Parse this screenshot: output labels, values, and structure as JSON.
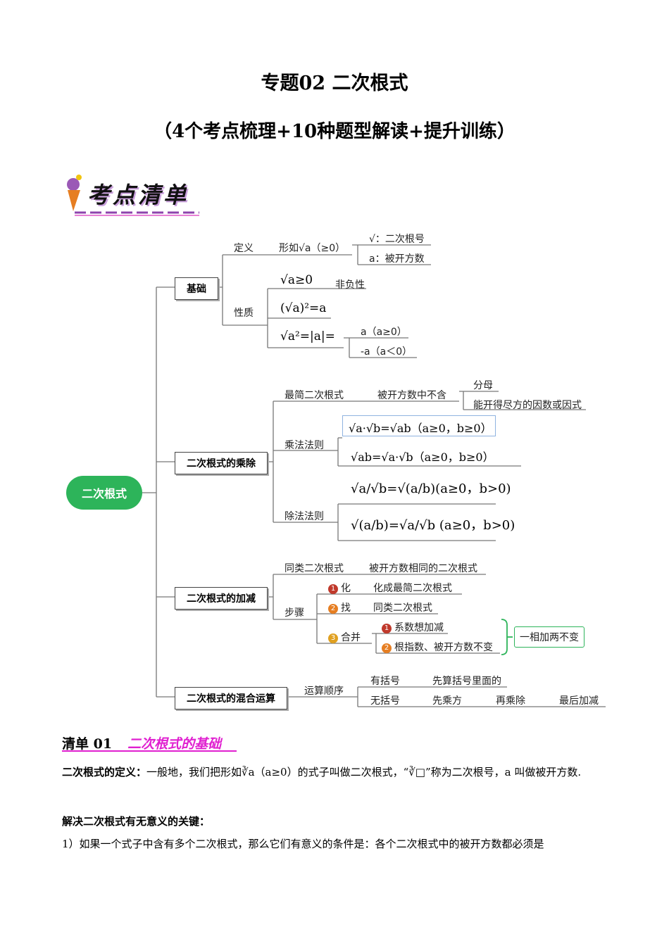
{
  "title": "专题02  二次根式",
  "subtitle": "（4个考点梳理+10种题型解读+提升训练）",
  "banner": "考点清单",
  "colors": {
    "root": "#2db45a",
    "pink": "#e020d0",
    "red": "#c0392b",
    "orange": "#e67e22",
    "gold": "#e0a020",
    "green_box": "#2db45a"
  },
  "mindmap": {
    "root": "二次根式",
    "jichu": {
      "label": "基础",
      "definition": "定义",
      "form": "形如√a（≥0）",
      "sqrt_sign": "√：二次根号",
      "radicand": "a：被开方数",
      "property": "性质",
      "p1": "√a≥0",
      "p1_note": "非负性",
      "p2": "(√a)²=a",
      "p3": "√a²=|a|=",
      "p3a": "a（a≥0）",
      "p3b": "-a（a＜0）"
    },
    "chengchu": {
      "label": "二次根式的乘除",
      "simplest": "最简二次根式",
      "no_contain": "被开方数中不含",
      "denominator": "分母",
      "factor": "能开得尽方的因数或因式",
      "mult_rule": "乘法法则",
      "m1": "√a·√b=√ab（a≥0，b≥0）",
      "m2": "√ab=√a·√b（a≥0，b≥0）",
      "div_rule": "除法法则",
      "d1": "√a/√b=√(a/b)(a≥0，b>0)",
      "d2": "√(a/b)=√a/√b (a≥0，b>0)"
    },
    "jiajian": {
      "label": "二次根式的加减",
      "same_type": "同类二次根式",
      "same_type_def": "被开方数相同的二次根式",
      "steps": "步骤",
      "s1": "化",
      "s1_desc": "化成最简二次根式",
      "s2": "找",
      "s2_desc": "同类二次根式",
      "s3": "合并",
      "s3a": "系数想加减",
      "s3b": "根指数、被开方数不变",
      "summary": "一相加两不变"
    },
    "hunhe": {
      "label": "二次根式的混合运算",
      "order": "运算顺序",
      "with_bracket": "有括号",
      "with_bracket_desc": "先算括号里面的",
      "no_bracket": "无括号",
      "nb1": "先乘方",
      "nb2": "再乘除",
      "nb3": "最后加减"
    }
  },
  "section": {
    "number": "清单 01",
    "title": "二次根式的基础"
  },
  "paragraphs": {
    "def_label": "二次根式的定义：",
    "def_text": "一般地，我们把形如∛a（a≥0）的式子叫做二次根式，“∛□”称为二次根号，a 叫做被开方数.",
    "key_label": "解决二次根式有无意义的关键：",
    "item1": "1）如果一个式子中含有多个二次根式，那么它们有意义的条件是：各个二次根式中的被开方数都必须是"
  }
}
